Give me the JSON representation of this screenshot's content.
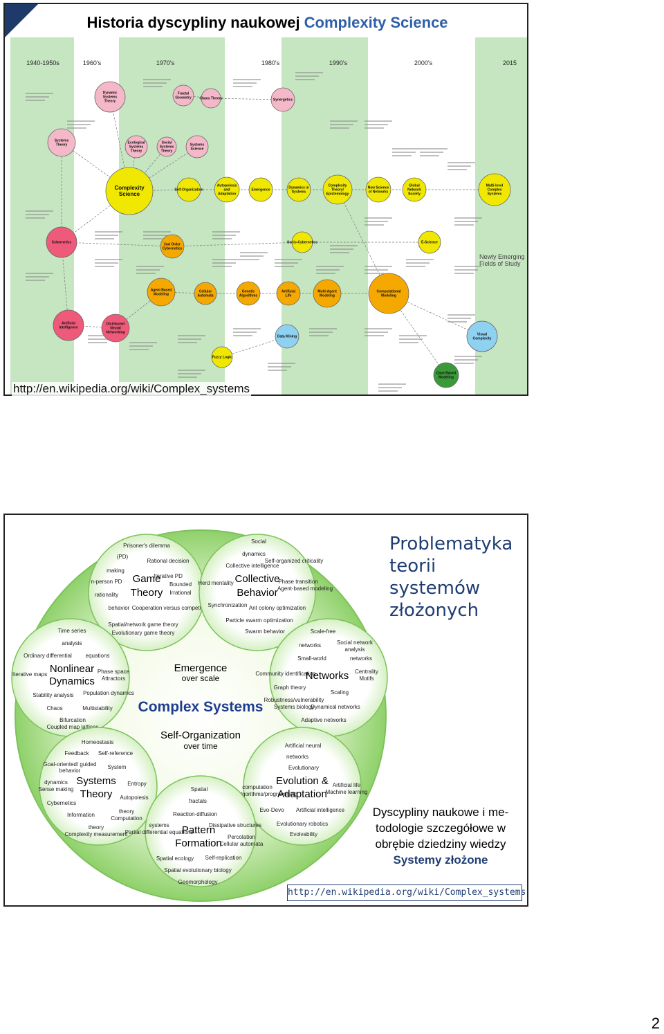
{
  "slide1": {
    "title_black": "Historia dyscypliny naukowej ",
    "title_blue": "Complexity Science",
    "eras": [
      "1940-1950s",
      "1960's",
      "1970's",
      "1980's",
      "1990's",
      "2000's",
      "2015"
    ],
    "nodes": [
      {
        "label": "Systems Theory",
        "color": "#f5b8c8"
      },
      {
        "label": "Dynamic Systems Theory",
        "color": "#f5b8c8"
      },
      {
        "label": "Fractal Geometry",
        "color": "#f5b8c8"
      },
      {
        "label": "Chaos Theory",
        "color": "#f5b8c8"
      },
      {
        "label": "Synergetics",
        "color": "#f5b8c8"
      },
      {
        "label": "Ecological Systems Theory",
        "color": "#f5b8c8"
      },
      {
        "label": "Social Systems Theory",
        "color": "#f5b8c8"
      },
      {
        "label": "Systems Science",
        "color": "#f5b8c8"
      },
      {
        "label": "Complexity Science",
        "color": "#f0e800"
      },
      {
        "label": "Self-Organization",
        "color": "#f0e800"
      },
      {
        "label": "Autopoiesis and Adaptation",
        "color": "#f0e800"
      },
      {
        "label": "Emergence",
        "color": "#f0e800"
      },
      {
        "label": "Dynamics in Systems",
        "color": "#f0e800"
      },
      {
        "label": "Complexity Theory/ Epistemology",
        "color": "#f0e800"
      },
      {
        "label": "New Science of Networks",
        "color": "#f0e800"
      },
      {
        "label": "Global Network Society",
        "color": "#f0e800"
      },
      {
        "label": "Multi-level Complex Systems",
        "color": "#f0e800"
      },
      {
        "label": "Cybernetics",
        "color": "#ef5a7a"
      },
      {
        "label": "2nd Order Cybernetics",
        "color": "#f5a800"
      },
      {
        "label": "Socio-Cybernetics",
        "color": "#f0e800"
      },
      {
        "label": "E-Science",
        "color": "#f0e800"
      },
      {
        "label": "Artificial Intelligence",
        "color": "#ef5a7a"
      },
      {
        "label": "Distributed Neural Networking",
        "color": "#ef5a7a"
      },
      {
        "label": "Agent Based Modeling",
        "color": "#f5a800"
      },
      {
        "label": "Cellular Automata",
        "color": "#f5a800"
      },
      {
        "label": "Genetic Algorithms",
        "color": "#f5a800"
      },
      {
        "label": "Artificial Life",
        "color": "#f5a800"
      },
      {
        "label": "Multi-Agent Modeling",
        "color": "#f5a800"
      },
      {
        "label": "Computational Modeling",
        "color": "#f5a800"
      },
      {
        "label": "Data Mining",
        "color": "#8fd1f0"
      },
      {
        "label": "Fuzzy Logic",
        "color": "#f0e800"
      },
      {
        "label": "Visual Complexity",
        "color": "#8fd1f0"
      },
      {
        "label": "Case Based Modeling",
        "color": "#3a9a3a"
      }
    ],
    "newly_emerging": "Newly Emerging Fields of Study",
    "url": "http://en.wikipedia.org/wiki/Complex_systems"
  },
  "slide2": {
    "center": "Complex Systems",
    "emergence": "Emergence",
    "emergence_sub": "over scale",
    "selforg": "Self-Organization",
    "selforg_sub": "over time",
    "clusters": [
      {
        "title": "Game Theory",
        "items": [
          "Prisoner's dilemma (PD)",
          "Rational decision making",
          "Iterative PD",
          "n-person PD",
          "Bounded rationality",
          "Irrational behavior",
          "Cooperation versus competition",
          "Spatial/network game theory",
          "Evolutionary game theory"
        ]
      },
      {
        "title": "Collective Behavior",
        "items": [
          "Social dynamics",
          "Collective intelligence",
          "Self-organized criticality",
          "Herd mentality",
          "Phase transition",
          "Agent-based modeling",
          "Synchronization",
          "Ant colony optimization",
          "Particle swarm optimization",
          "Swarm behavior"
        ]
      },
      {
        "title": "Nonlinear Dynamics",
        "items": [
          "Time series analysis",
          "Ordinary differential equations",
          "Iterative maps",
          "Phase space",
          "Attractors",
          "Stability analysis",
          "Population dynamics",
          "Chaos",
          "Multistability",
          "Bifurcation",
          "Coupled map lattices"
        ]
      },
      {
        "title": "Networks",
        "items": [
          "Scale-free networks",
          "Social network analysis",
          "Small-world networks",
          "Community identification",
          "Centrality",
          "Motifs",
          "Graph theory",
          "Scaling",
          "Robustness/vulnerability",
          "Systems biology",
          "Dynamical networks",
          "Adaptive networks"
        ]
      },
      {
        "title": "Systems Theory",
        "items": [
          "Homeostasis",
          "Feedback",
          "Self-reference",
          "Goal-oriented/ guided behavior",
          "System dynamics",
          "Sense making",
          "Entropy",
          "Cybernetics",
          "Autopoiesis",
          "Information theory",
          "Computation theory",
          "Complexity measurement"
        ]
      },
      {
        "title": "Evolution & Adaptation",
        "items": [
          "Artificial neural networks",
          "Evolutionary computation",
          "Genetic algorithms/programming",
          "Artificial life",
          "Machine learning",
          "Evo-Devo",
          "Artificial intelligence",
          "Evolutionary robotics",
          "Evolvability"
        ]
      },
      {
        "title": "Pattern Formation",
        "items": [
          "Spatial fractals",
          "Reaction-diffusion systems",
          "Partial differential equations",
          "Dissipative structures",
          "Percolation",
          "Cellular automata",
          "Spatial ecology",
          "Self-replication",
          "Spatial evolutionary biology",
          "Geomorphology"
        ]
      }
    ],
    "problem_title": "Problematyka teorii systemów złożonych",
    "desc": "Dyscypliny naukowe i me- todologie szczegółowe w obrębie dziedziny wiedzy",
    "desc_highlight": "Systemy złożone",
    "url": "http://en.wikipedia.org/wiki/Complex_systems"
  },
  "page_number": "2"
}
